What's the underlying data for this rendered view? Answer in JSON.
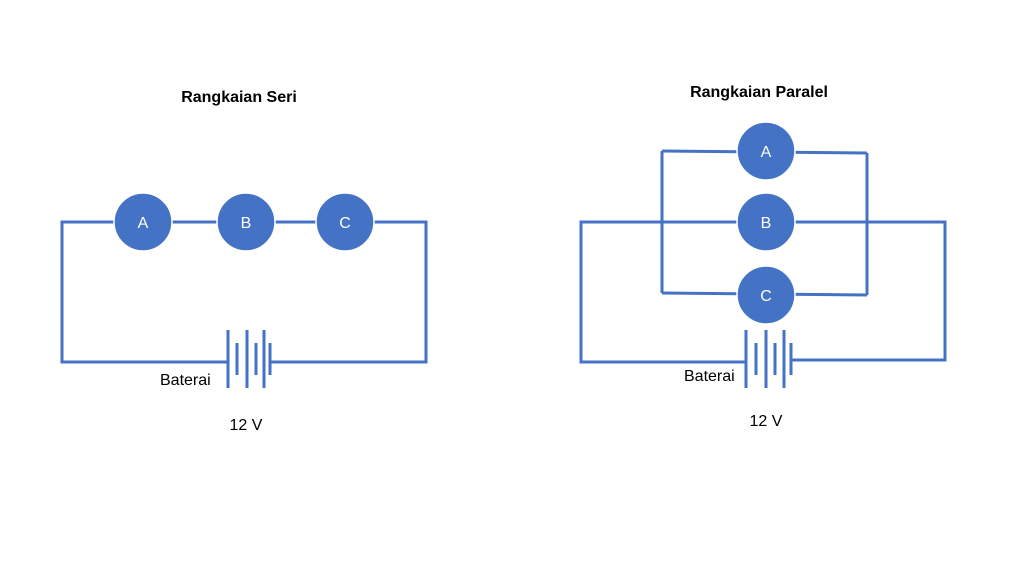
{
  "series_circuit": {
    "title": "Rangkaian Seri",
    "bulbs": [
      "A",
      "B",
      "C"
    ],
    "battery_label": "Baterai",
    "voltage": "12 V"
  },
  "parallel_circuit": {
    "title": "Rangkaian Paralel",
    "bulbs": [
      "A",
      "B",
      "C"
    ],
    "battery_label": "Baterai",
    "voltage": "12 V"
  },
  "colors": {
    "wire": "#4472c4",
    "bulb_fill": "#4472c4",
    "bulb_text": "#ffffff",
    "text": "#000000",
    "background": "#ffffff"
  }
}
